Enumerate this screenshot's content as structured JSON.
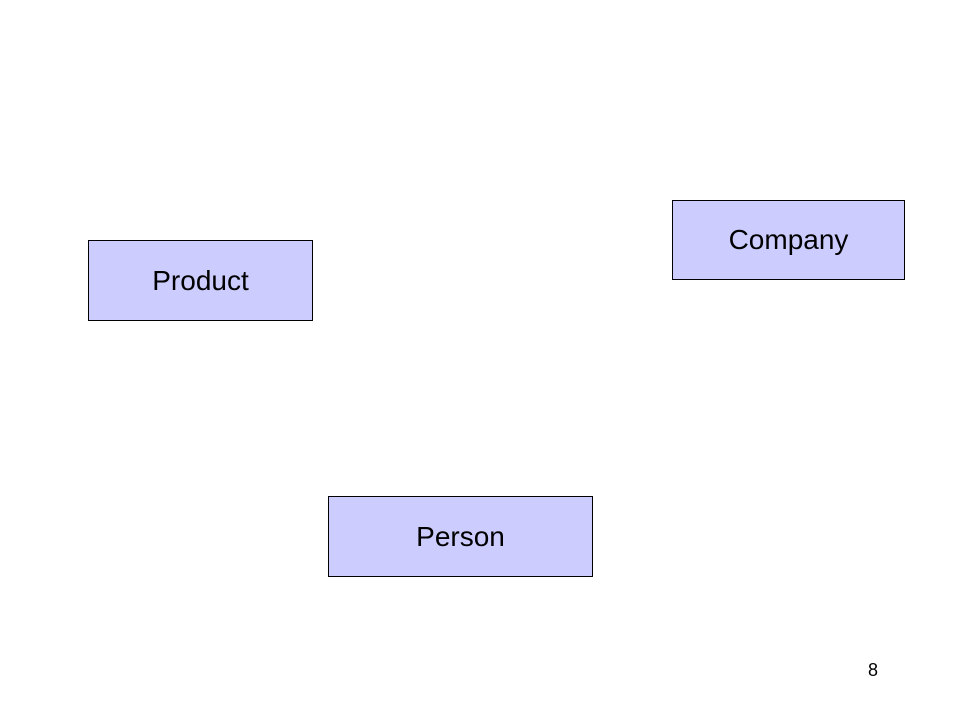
{
  "diagram": {
    "entities": [
      {
        "id": "company",
        "label": "Company"
      },
      {
        "id": "product",
        "label": "Product"
      },
      {
        "id": "person",
        "label": "Person"
      }
    ],
    "fill_color": "#ccccff",
    "border_color": "#000000"
  },
  "slide": {
    "number": "8"
  }
}
